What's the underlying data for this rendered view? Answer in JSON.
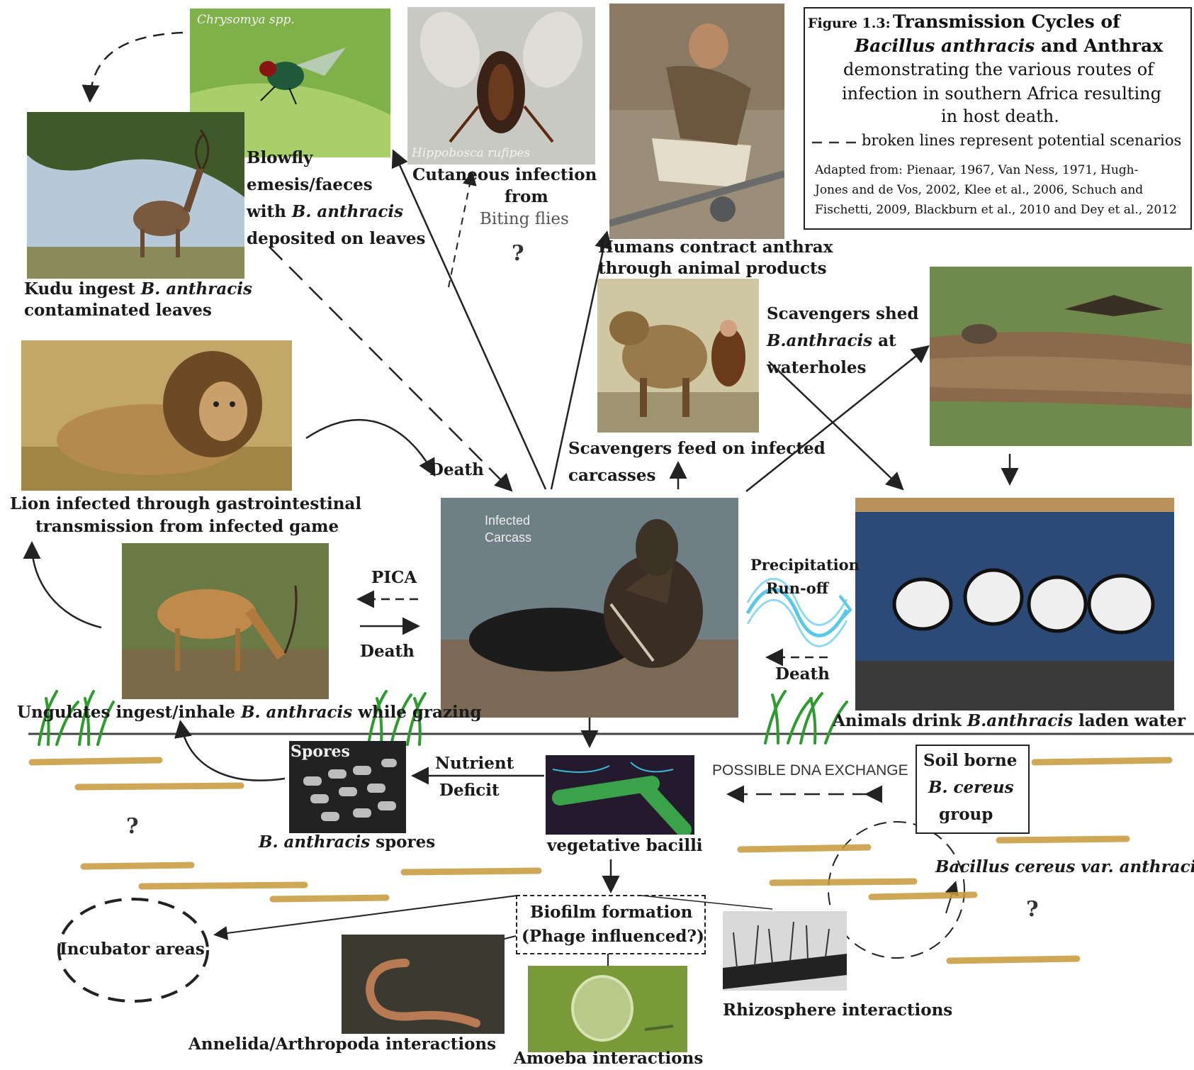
{
  "figure": {
    "number": "Figure 1.3:",
    "title_line1": "Transmission Cycles of",
    "title_line2_italic": "Bacillus anthracis",
    "title_line2_rest": " and Anthrax",
    "title_line3": "demonstrating the various routes of",
    "title_line4": "infection in southern Africa resulting",
    "title_line5": "in host death.",
    "legend_dash_text": "broken lines represent potential scenarios",
    "source_line1": "Adapted from: Pienaar, 1967, Van Ness, 1971, Hugh-",
    "source_line2": "Jones and de Vos, 2002, Klee et al., 2006, Schuch and",
    "source_line3": "Fischetti, 2009, Blackburn et al., 2010 and Dey et al., 2012"
  },
  "photo_captions": {
    "blowfly": "Chrysomya spp.",
    "hippobosca": "Hippobosca rufipes",
    "carcass_1": "Infected",
    "carcass_2": "Carcass",
    "spores": "Spores"
  },
  "labels": {
    "blowfly_1": "Blowfly",
    "blowfly_2": "emesis/faeces",
    "blowfly_3_pre": "with ",
    "blowfly_3_it": "B. anthracis",
    "blowfly_4": "deposited on leaves",
    "cutaneous_1": "Cutaneous infection",
    "cutaneous_2": "from",
    "cutaneous_3": "Biting flies",
    "humans_1": "Humans contract anthrax",
    "humans_2": "through animal products",
    "kudu_1_pre": "Kudu ingest ",
    "kudu_1_it": "B. anthracis",
    "kudu_2": "contaminated leaves",
    "scav_shed_1": "Scavengers shed",
    "scav_shed_2_it": "B.anthracis",
    "scav_shed_2_rest": " at",
    "scav_shed_3": "waterholes",
    "scav_feed_1": "Scavengers feed on infected",
    "scav_feed_2": "carcasses",
    "death_top": "Death",
    "lion_1": "Lion infected through gastrointestinal",
    "lion_2": "transmission from infected game",
    "pica": "PICA",
    "death_mid": "Death",
    "precip_1": "Precipitation",
    "precip_2": "Run-off",
    "death_right": "Death",
    "ungulates_pre": "Ungulates ingest/inhale ",
    "ungulates_it": "B. anthracis",
    "ungulates_post": " while grazing",
    "animals_pre": "Animals drink ",
    "animals_it": "B.anthracis",
    "animals_post": " laden water",
    "nutrient_1": "Nutrient",
    "nutrient_2": "Deficit",
    "spores_it": "B. anthracis",
    "spores_rest": " spores",
    "vegetative": "vegetative bacilli",
    "dna_exchange": "POSSIBLE DNA EXCHANGE",
    "soil_1": "Soil borne",
    "soil_2_it": "B. cereus",
    "soil_3": "group",
    "bcva": "Bacillus cereus var. anthracis",
    "biofilm_1": "Biofilm formation",
    "biofilm_2": "(Phage influenced?)",
    "incubator": "Incubator areas",
    "rhizosphere": "Rhizosphere interactions",
    "annelida": "Annelida/Arthropoda interactions",
    "amoeba": "Amoeba interactions",
    "q1": "?",
    "q2": "?",
    "q3": "?"
  }
}
